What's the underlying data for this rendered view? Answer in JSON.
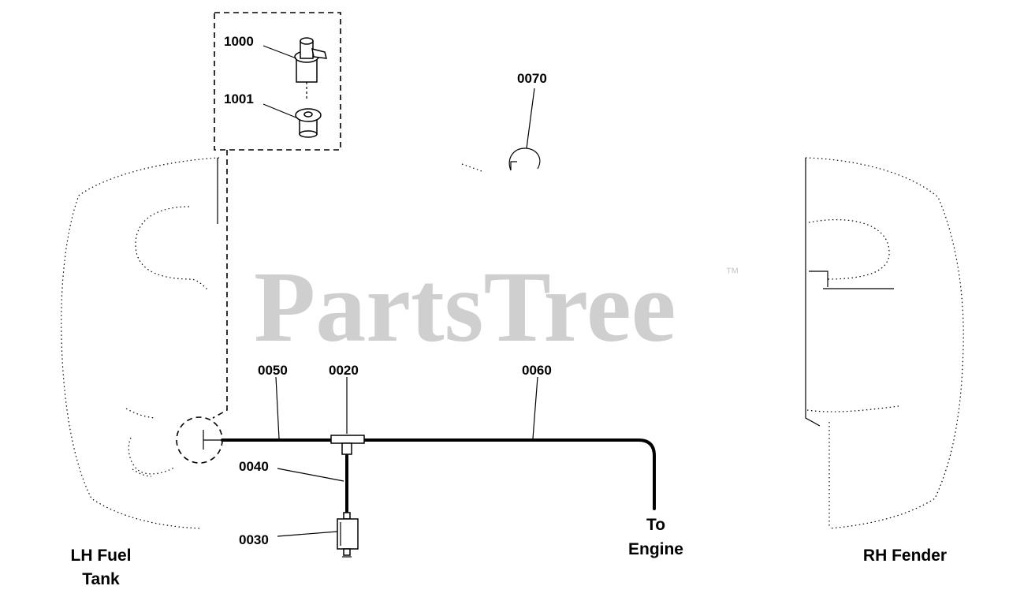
{
  "watermark": {
    "text": "PartsTree",
    "trademark": "™",
    "color": "#cfcfcf"
  },
  "callouts": {
    "c1000": "1000",
    "c1001": "1001",
    "c0070": "0070",
    "c0050": "0050",
    "c0020": "0020",
    "c0060": "0060",
    "c0040": "0040",
    "c0030": "0030"
  },
  "labels": {
    "lh_fuel_tank_line1": "LH Fuel",
    "lh_fuel_tank_line2": "Tank",
    "to_engine_line1": "To",
    "to_engine_line2": "Engine",
    "rh_fender": "RH Fender"
  }
}
